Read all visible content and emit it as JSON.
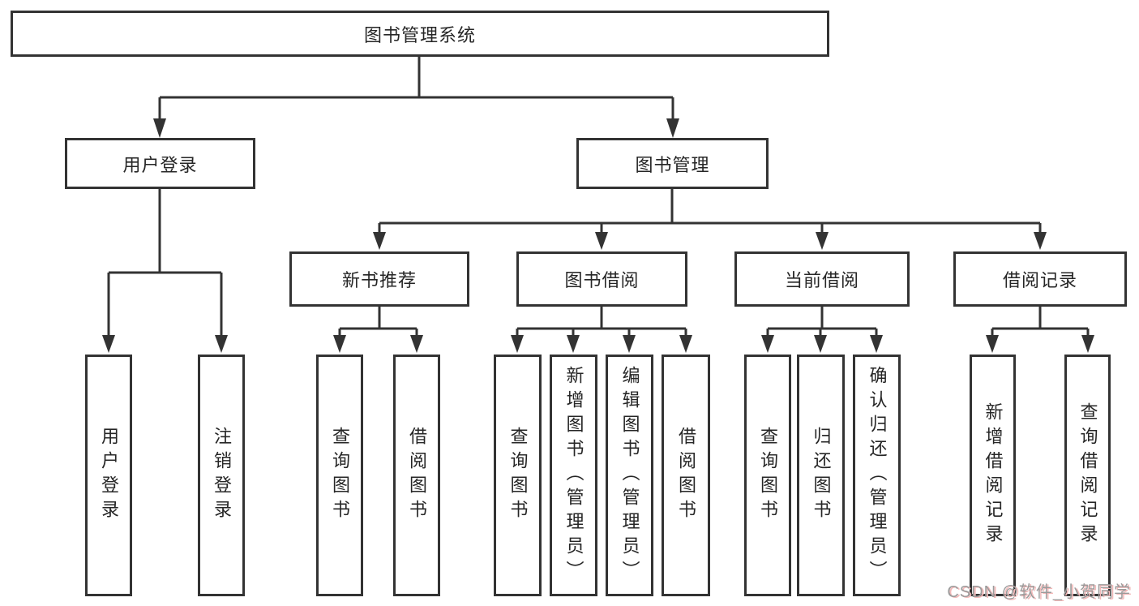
{
  "diagram": {
    "title": "图书管理系统",
    "children": [
      {
        "label": "用户登录",
        "children": [
          {
            "label": "用户登录"
          },
          {
            "label": "注销登录"
          }
        ]
      },
      {
        "label": "图书管理",
        "children": [
          {
            "label": "新书推荐",
            "children": [
              {
                "label": "查询图书"
              },
              {
                "label": "借阅图书"
              }
            ]
          },
          {
            "label": "图书借阅",
            "children": [
              {
                "label": "查询图书"
              },
              {
                "label": "新增图书（管理员）"
              },
              {
                "label": "编辑图书（管理员）"
              },
              {
                "label": "借阅图书"
              }
            ]
          },
          {
            "label": "当前借阅",
            "children": [
              {
                "label": "查询图书"
              },
              {
                "label": "归还图书"
              },
              {
                "label": "确认归还（管理员）"
              }
            ]
          },
          {
            "label": "借阅记录",
            "children": [
              {
                "label": "新增借阅记录"
              },
              {
                "label": "查询借阅记录"
              }
            ]
          }
        ]
      }
    ]
  },
  "watermark": {
    "text": "CSDN @软件_小贺同学"
  },
  "colors": {
    "line": "#333333",
    "box_fill": "#ffffff",
    "text": "#262626",
    "background": "#ffffff",
    "watermark_text": "#9b9b9b",
    "watermark_shadow": "#f3b9b9"
  }
}
